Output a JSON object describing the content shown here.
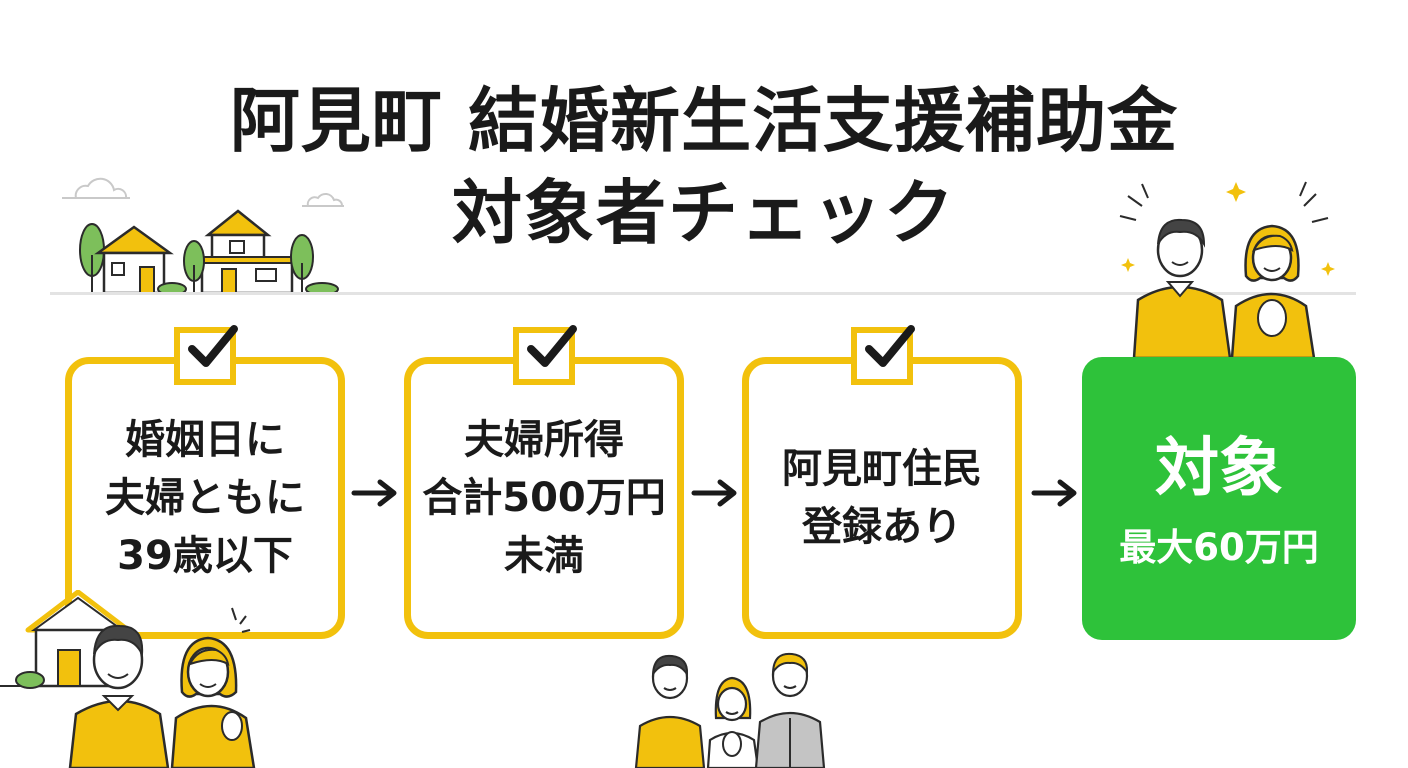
{
  "title": {
    "line1": "阿見町 結婚新生活支援補助金",
    "line2": "対象者チェック"
  },
  "conditions": [
    {
      "label": "婚姻日に\n夫婦ともに\n39歳以下",
      "checked": true
    },
    {
      "label": "夫婦所得\n合計500万円\n未満",
      "checked": true
    },
    {
      "label": "阿見町住民\n登録あり",
      "checked": true
    }
  ],
  "result": {
    "label": "対象",
    "amount": "最大60万円"
  },
  "colors": {
    "accent_yellow": "#f2c10d",
    "result_green": "#2ec23a",
    "text": "#1a1a1a"
  },
  "icons": [
    "check-icon",
    "arrow-right-icon",
    "house-icon",
    "tree-icon",
    "cloud-icon",
    "couple-illustration",
    "family-illustration"
  ]
}
